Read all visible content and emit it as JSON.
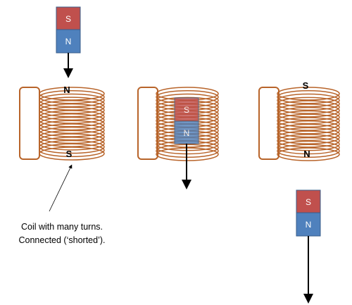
{
  "colors": {
    "coil": "#b8642a",
    "magnet_south": "#c0504d",
    "magnet_north": "#4f81bd",
    "magnet_border": "#385d8a",
    "arrow": "#000000",
    "text": "#000000",
    "pole_text_on_magnet": "#ffffff"
  },
  "magnets": [
    {
      "id": "magnet-top",
      "south_label": "S",
      "north_label": "N"
    },
    {
      "id": "magnet-inside",
      "south_label": "S",
      "north_label": "N"
    },
    {
      "id": "magnet-bottom",
      "south_label": "S",
      "north_label": "N"
    }
  ],
  "coils": [
    {
      "id": "coil-left",
      "top_label": "N",
      "bottom_label": "S"
    },
    {
      "id": "coil-middle",
      "top_label": "",
      "bottom_label": ""
    },
    {
      "id": "coil-right",
      "top_label": "S",
      "bottom_label": "N"
    }
  ],
  "caption": {
    "line1": "Coil with many turns.",
    "line2": "Connected (‘shorted’)."
  }
}
